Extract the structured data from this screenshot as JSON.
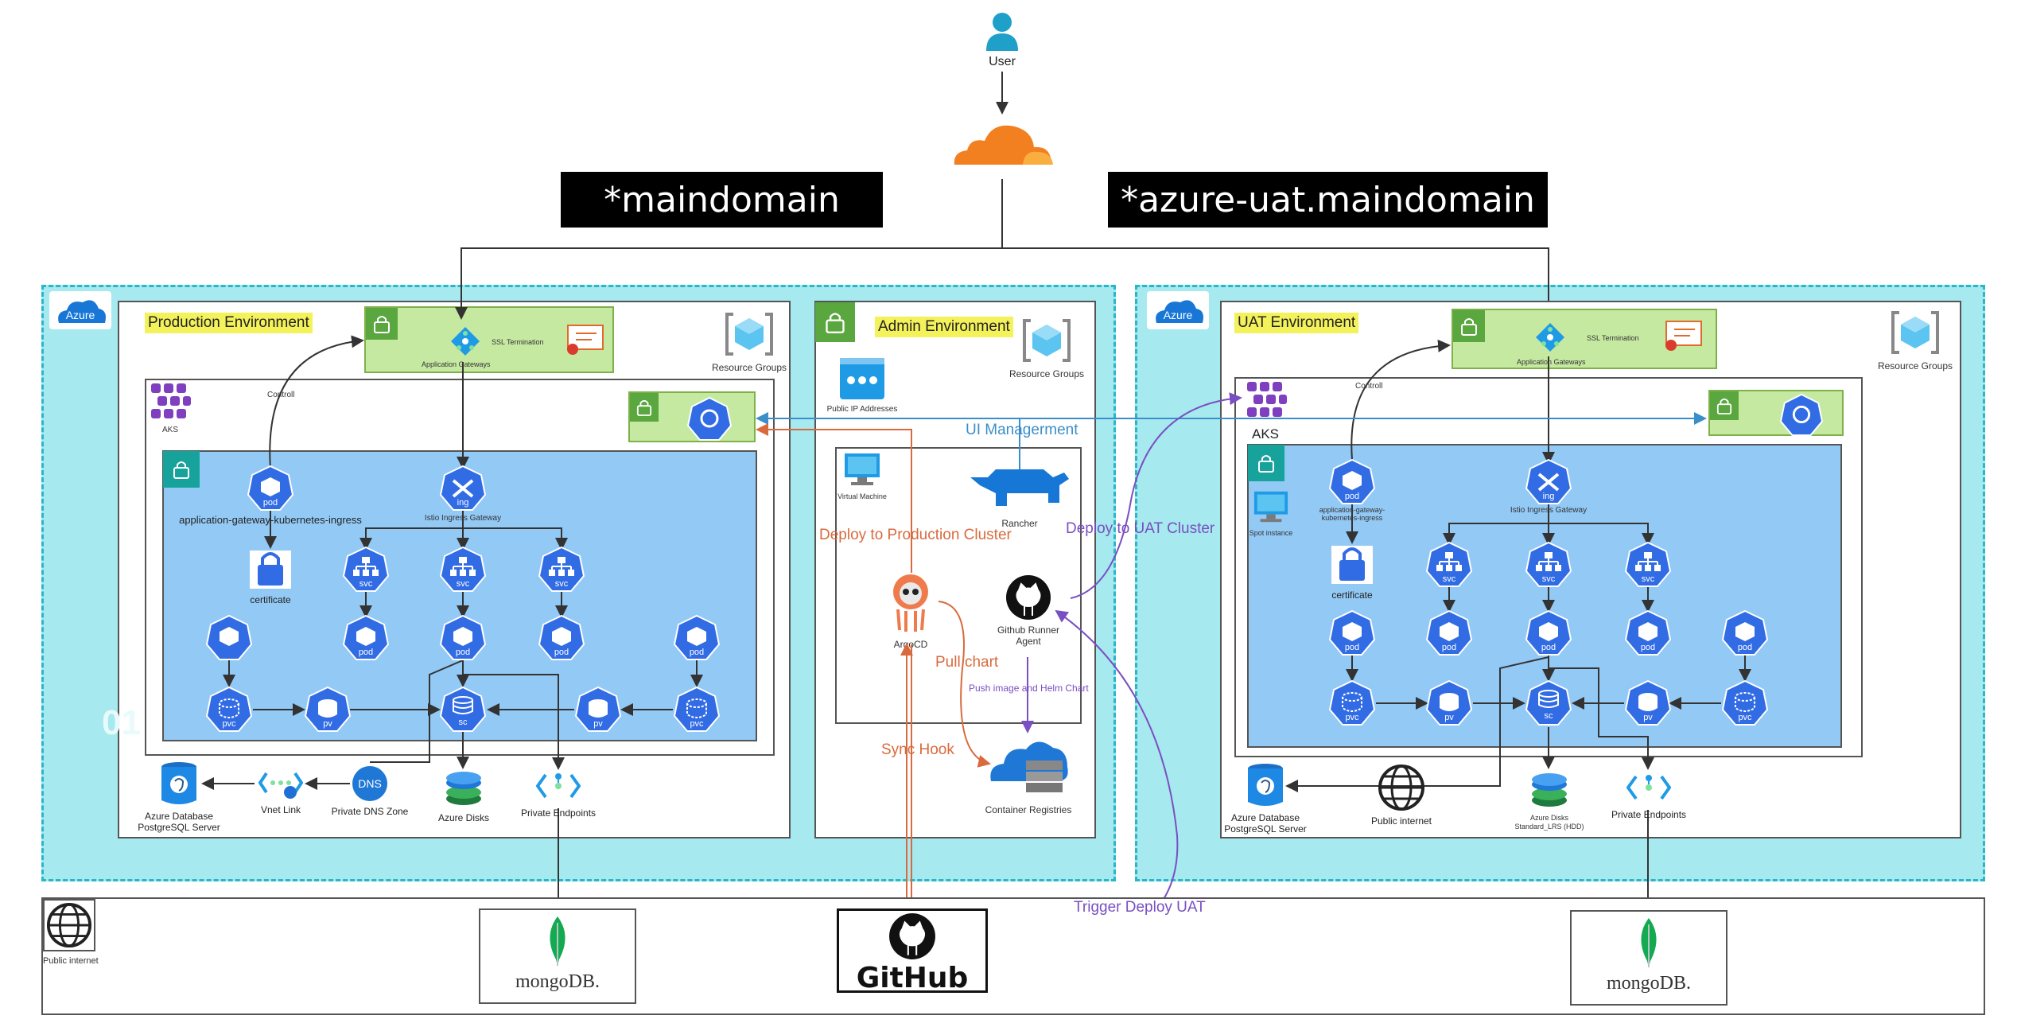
{
  "top": {
    "user_label": "User",
    "domain_prod": "*maindomain",
    "domain_uat": "*azure-uat.maindomain"
  },
  "prod": {
    "azure_label": "Azure",
    "env_title": "Production Environment",
    "resource_groups": "Resource Groups",
    "ssl_termination": "SSL Termination",
    "app_gateways": "Application Gateways",
    "aks": "AKS",
    "controll": "Controll",
    "agic_label": "application-gateway-kubernetes-ingress",
    "istio_label": "Istio Ingress Gateway",
    "certificate": "certificate",
    "pod": "pod",
    "svc": "svc",
    "pvc": "pvc",
    "pv": "pv",
    "sc": "sc",
    "ing": "ing",
    "dns": "DNS",
    "watermark": "01",
    "db": "Azure Database\nPostgreSQL Server",
    "vnet": "Vnet Link",
    "dns_zone": "Private DNS Zone",
    "disks": "Azure Disks",
    "private_endpoints": "Private Endpoints"
  },
  "admin": {
    "env_title": "Admin Environment",
    "resource_groups": "Resource Groups",
    "public_ip": "Public IP Addresses",
    "ui_management": "UI Managerment",
    "virtual_machine": "Virtual Machine",
    "rancher": "Rancher",
    "deploy_prod": "Deploy to Production Cluster",
    "deploy_uat": "Deploy to UAT Cluster",
    "argocd": "ArgoCD",
    "runner": "Github Runner\nAgent",
    "pull_chart": "Pull chart",
    "push_image": "Push image and Helm Chart",
    "sync_hook": "Sync Hook",
    "container_registries": "Container Registries"
  },
  "uat": {
    "azure_label": "Azure",
    "env_title": "UAT Environment",
    "resource_groups": "Resource Groups",
    "ssl_termination": "SSL Termination",
    "app_gateways": "Application Gateways",
    "aks": "AKS",
    "controll": "Controll",
    "spot": "Spot instance",
    "agic_label": "application-gateway-\nkubernetes-ingress",
    "istio_label": "Istio Ingress Gateway",
    "certificate": "certificate",
    "db": "Azure Database\nPostgreSQL Server",
    "public_internet": "Public internet",
    "disks": "Azure Disks\nStandard_LRS (HDD)",
    "private_endpoints": "Private Endpoints"
  },
  "bottom": {
    "public_internet": "Public internet",
    "trigger_uat": "Trigger Deploy UAT",
    "mongodb": "mongoDB.",
    "github": "GitHub"
  },
  "colors": {
    "azure_zone": "#a6e9ee",
    "pool": "#93c9f5",
    "k8s_blue": "#326ce5",
    "gateway": "#c6e9a1",
    "cloudflare": "#f38020",
    "argo_red": "#d96a3d",
    "uat_purple": "#7a4fc2"
  }
}
